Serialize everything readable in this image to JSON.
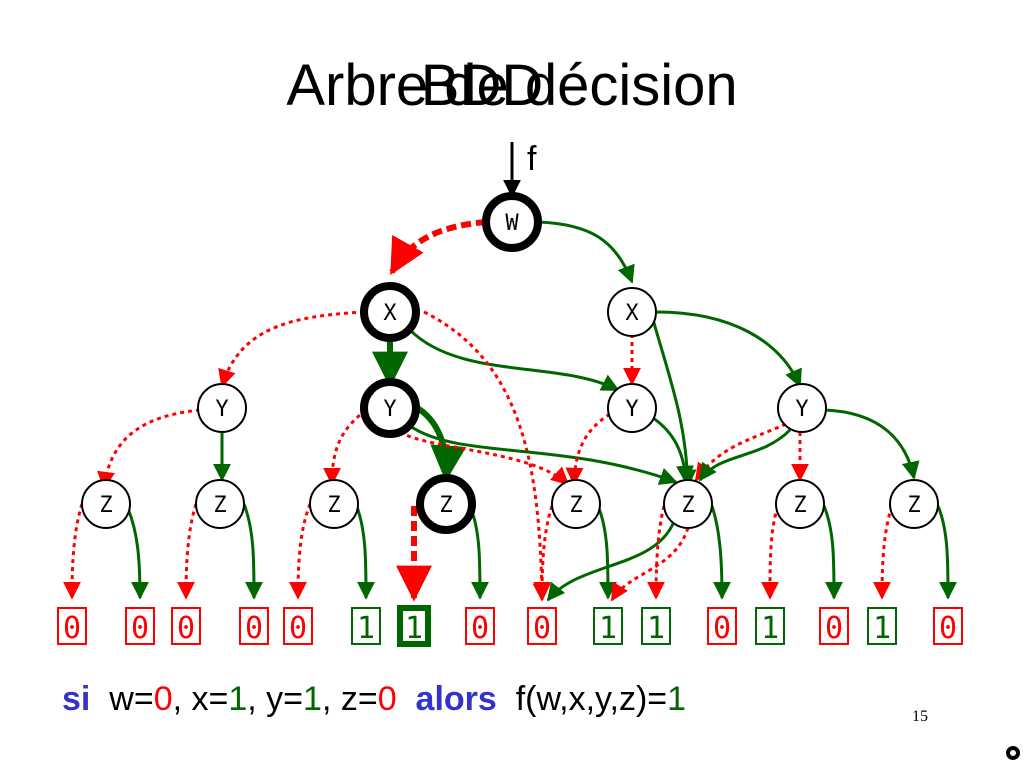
{
  "title": {
    "line1": "Arbre de décision",
    "line2": "BDD"
  },
  "function_label": "f",
  "nodes": {
    "w": "W",
    "x": "X",
    "y": "Y",
    "z": "Z"
  },
  "leaves": [
    "0",
    "0",
    "0",
    "0",
    "0",
    "1",
    "1",
    "0",
    "0",
    "1",
    "1",
    "0",
    "1",
    "0",
    "1",
    "0"
  ],
  "colors": {
    "low_edge": "#ff0000",
    "high_edge": "#006600",
    "zero_leaf": "#ff0000",
    "one_leaf": "#006600",
    "keyword": "#3333cc"
  },
  "caption": {
    "si": "si",
    "w_label": "w=",
    "w_val": "0",
    "x_label": ", x=",
    "x_val": "1",
    "y_label": ", y=",
    "y_val": "1",
    "z_label": ", z=",
    "z_val": "0",
    "alors": "alors",
    "f_label": "f(w,x,y,z)=",
    "f_val": "1"
  },
  "page_number": "15"
}
